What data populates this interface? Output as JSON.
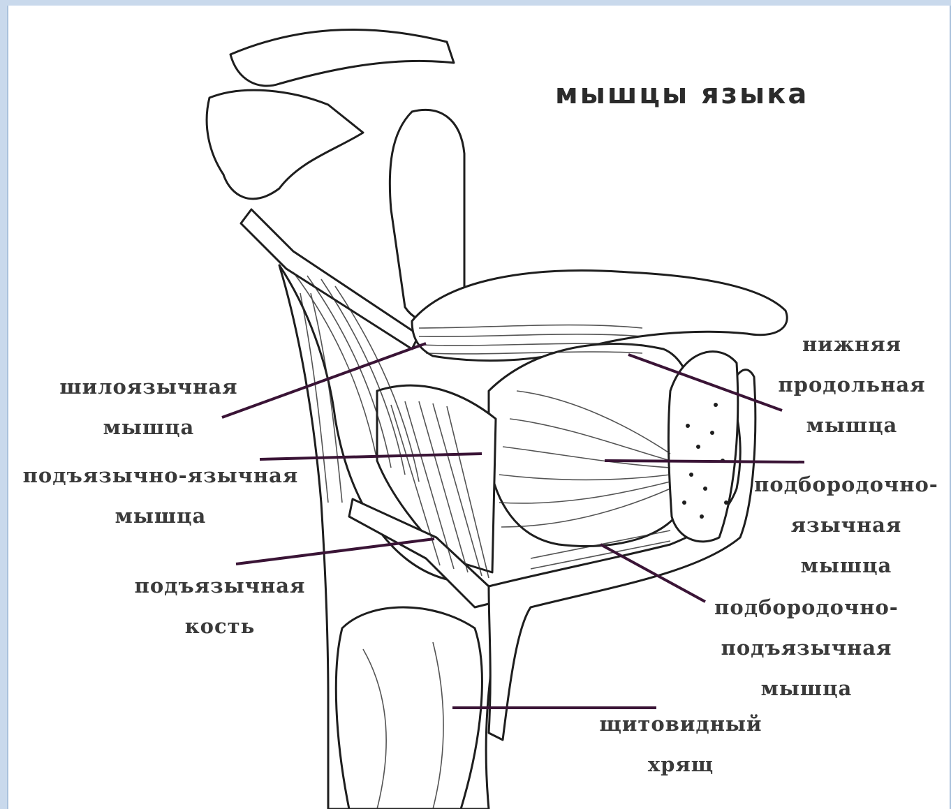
{
  "title": "мышцы языка",
  "labels": {
    "styloglossus": [
      "шилоязычная",
      "мышца"
    ],
    "hyoglossus": [
      "подъязычно-язычная",
      "мышца"
    ],
    "hyoid_bone": [
      "подъязычная",
      "кость"
    ],
    "inferior_longitudinal": [
      "нижняя",
      "продольная",
      "мышца"
    ],
    "genioglossus": [
      "подбородочно-",
      "язычная",
      "мышца"
    ],
    "geniohyoid": [
      "подбородочно-",
      "подъязычная",
      "мышца"
    ],
    "thyroid_cartilage": [
      "щитовидный",
      "хрящ"
    ]
  },
  "colors": {
    "leader_line": "#3a1436",
    "ink": "#1e1e1e",
    "frame_border": "#a9c1dc"
  }
}
